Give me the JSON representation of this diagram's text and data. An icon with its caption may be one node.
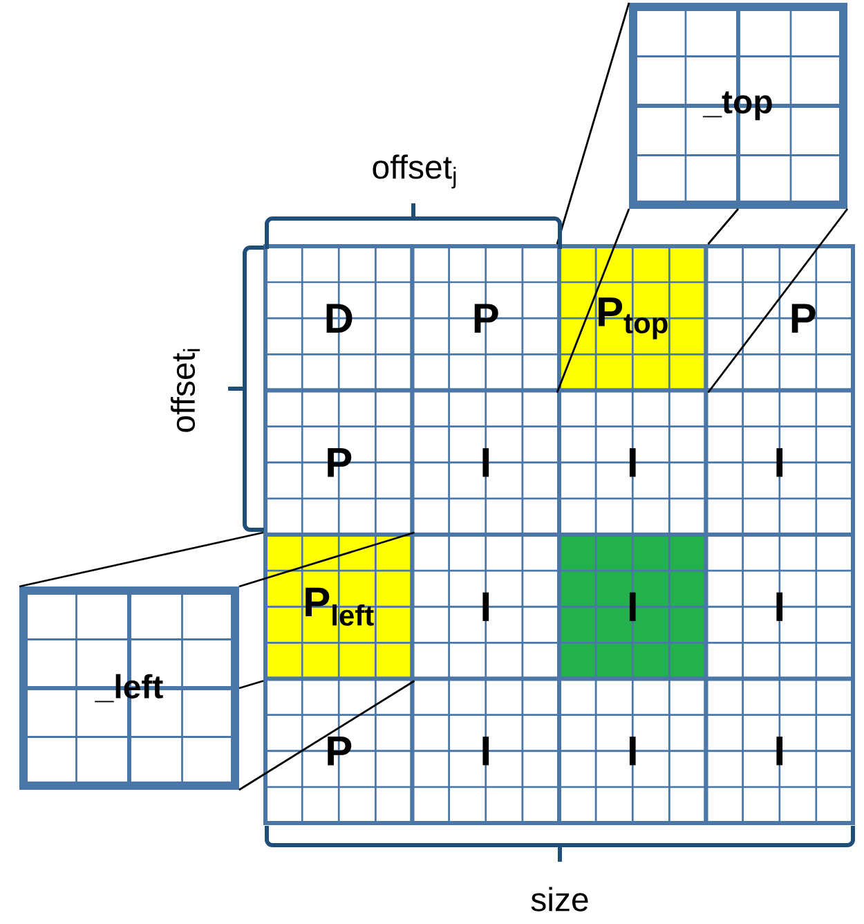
{
  "diagram": {
    "nodes": [
      {
        "text": [
          "D"
        ]
      },
      {
        "text": [
          "P"
        ]
      },
      {
        "text": [
          "P$_{top}$"
        ]
      },
      {
        "text": [
          "P"
        ]
      },
      {
        "text": [
          "P"
        ]
      },
      {
        "text": [
          "I"
        ]
      },
      {
        "text": [
          "I"
        ]
      },
      {
        "text": [
          "I"
        ]
      },
      {
        "text": [
          "P$_{left}$"
        ]
      },
      {
        "text": [
          "I"
        ]
      },
      {
        "text": [
          "I"
        ]
      },
      {
        "text": [
          "I"
        ]
      },
      {
        "text": [
          "P"
        ]
      },
      {
        "text": [
          "I"
        ]
      },
      {
        "text": [
          "I"
        ]
      },
      {
        "text": [
          "I"
        ]
      },
      {
        "text": [
          "_top"
        ]
      },
      {
        "text": [
          "_left"
        ]
      }
    ],
    "edges": [
      {
        "from": 16,
        "to": 2,
        "arrow": "none"
      },
      {
        "from": 16,
        "to": 2,
        "arrow": "none"
      },
      {
        "from": 16,
        "to": 2,
        "arrow": "none"
      },
      {
        "from": 16,
        "to": 2,
        "arrow": "none"
      },
      {
        "from": 17,
        "to": 8,
        "arrow": "none"
      },
      {
        "from": 17,
        "to": 8,
        "arrow": "none"
      },
      {
        "from": 17,
        "to": 8,
        "arrow": "none"
      },
      {
        "from": 17,
        "to": 8,
        "arrow": "none"
      }
    ],
    "labels": [
      "offset$_{j}$",
      "offset$_{i}$",
      "size"
    ]
  }
}
